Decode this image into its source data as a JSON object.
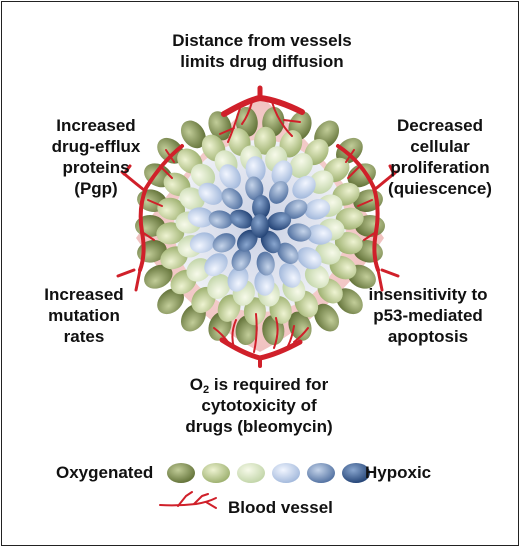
{
  "labels": {
    "distance": [
      "Distance from vessels",
      "limits drug diffusion"
    ],
    "efflux": [
      "Increased",
      "drug-efflux",
      "proteins",
      "(Pgp)"
    ],
    "proliferation": [
      "Decreased",
      "cellular",
      "proliferation",
      "(quiescence)"
    ],
    "mutation": [
      "Increased",
      "mutation",
      "rates"
    ],
    "apoptosis": [
      "insensitivity to",
      "p53-mediated",
      "apoptosis"
    ],
    "oxygen": [
      {
        "main": "O",
        "sub": "2",
        "rest": " is required for"
      },
      "cytotoxicity of",
      "drugs (bleomycin)"
    ]
  },
  "legend": {
    "oxygenated": "Oxygenated",
    "hypoxic": "Hypoxic",
    "blood_vessel": "Blood vessel"
  },
  "colors": {
    "oxygenation_scale": [
      "#6b7a3c",
      "#aebf7e",
      "#d3e3b8",
      "#b3c7e6",
      "#5e7fb0",
      "#2a4b80"
    ],
    "blood_vessel": "#d0202a"
  }
}
